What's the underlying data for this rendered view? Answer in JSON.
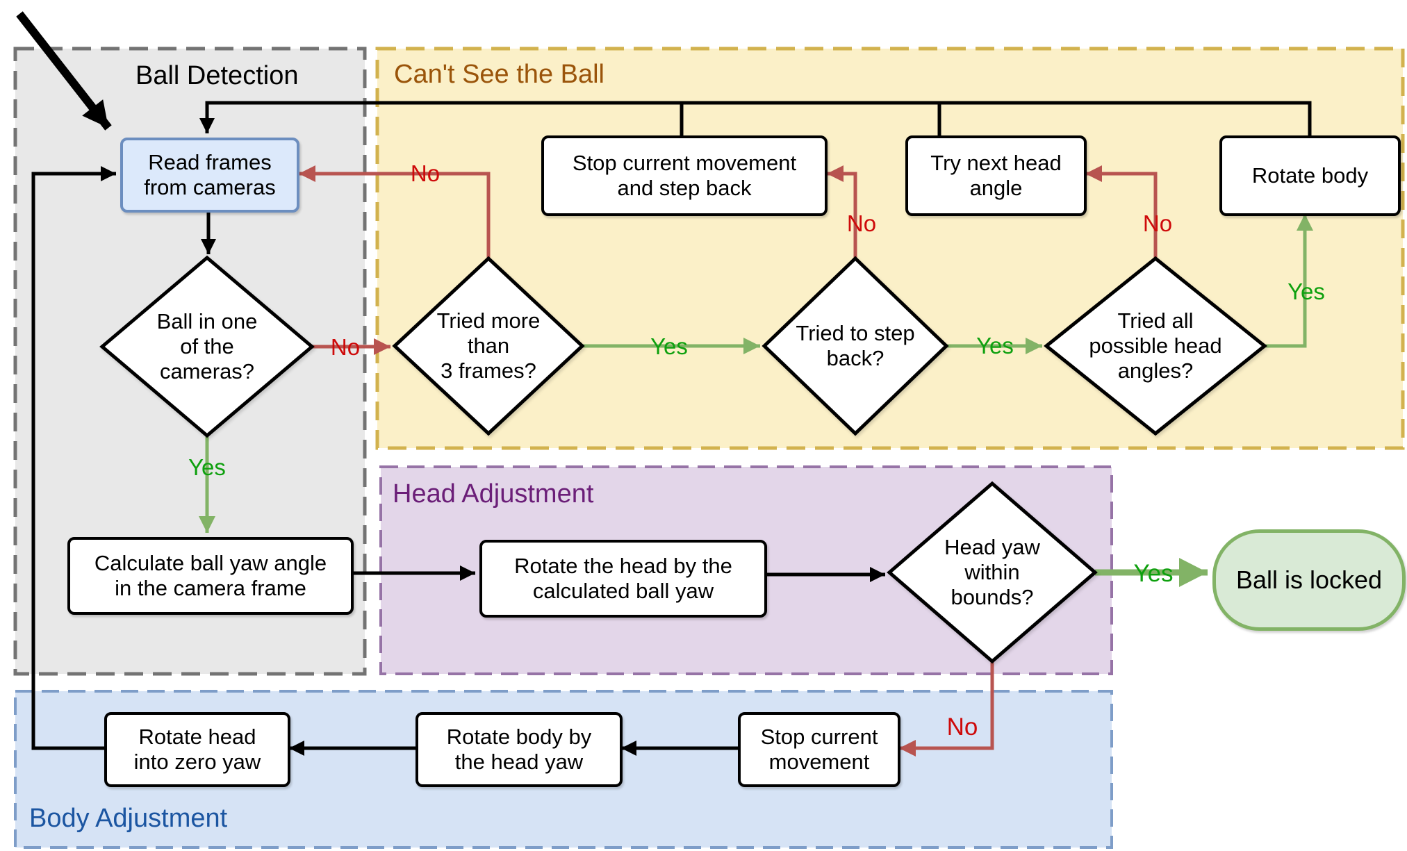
{
  "regions": {
    "ball_detection": {
      "title": "Ball Detection",
      "fill": "#E8E8E8",
      "stroke": "#737373",
      "title_color": "#000000"
    },
    "cant_see_ball": {
      "title": "Can't See the Ball",
      "fill": "#FBF0C8",
      "stroke": "#D2B24E",
      "title_color": "#9A540A"
    },
    "head_adjustment": {
      "title": "Head Adjustment",
      "fill": "#E3D6E9",
      "stroke": "#9673A6",
      "title_color": "#6B1E78"
    },
    "body_adjustment": {
      "title": "Body Adjustment",
      "fill": "#D6E3F5",
      "stroke": "#7E9DC8",
      "title_color": "#1B55A1"
    }
  },
  "nodes": {
    "read_frames": {
      "label": "Read frames\nfrom cameras"
    },
    "ball_in_one": {
      "label": "Ball in one\nof the\ncameras?"
    },
    "calc_yaw": {
      "label": "Calculate ball yaw angle\nin the camera frame"
    },
    "tried_frames": {
      "label": "Tried more\nthan\n3 frames?"
    },
    "tried_step_back": {
      "label": "Tried to step\nback?"
    },
    "tried_all_angles": {
      "label": "Tried all\npossible head\nangles?"
    },
    "stop_move_step_back": {
      "label": "Stop current movement\nand step back"
    },
    "try_next_head": {
      "label": "Try next head\nangle"
    },
    "rotate_body": {
      "label": "Rotate body"
    },
    "rotate_head_by_yaw": {
      "label": "Rotate the head by the\ncalculated ball yaw"
    },
    "head_yaw_bounds": {
      "label": "Head yaw\nwithin\nbounds?"
    },
    "ball_locked": {
      "label": "Ball is locked"
    },
    "stop_current": {
      "label": "Stop current\nmovement"
    },
    "rotate_body_by_head": {
      "label": "Rotate body by\nthe head yaw"
    },
    "rotate_head_zero": {
      "label": "Rotate head\ninto zero yaw"
    }
  },
  "edge_labels": {
    "no_ball_in_one": {
      "text": "No"
    },
    "yes_ball_in_one": {
      "text": "Yes"
    },
    "no_tried_frames": {
      "text": "No"
    },
    "yes_tried_frames": {
      "text": "Yes"
    },
    "no_tried_step": {
      "text": "No"
    },
    "yes_tried_step": {
      "text": "Yes"
    },
    "no_tried_all": {
      "text": "No"
    },
    "yes_tried_all": {
      "text": "Yes"
    },
    "yes_head_yaw": {
      "text": "Yes"
    },
    "no_head_yaw": {
      "text": "No"
    }
  },
  "colors": {
    "red_line": "#B85450",
    "red_label": "#CE0A0A",
    "green_line": "#82B366",
    "green_label": "#0EA00E",
    "black_line": "#000000",
    "node_blue_fill": "#DCE9FB",
    "node_blue_stroke": "#6C8EBF",
    "stadium_fill": "#D9EAD6",
    "stadium_stroke": "#82B366"
  }
}
